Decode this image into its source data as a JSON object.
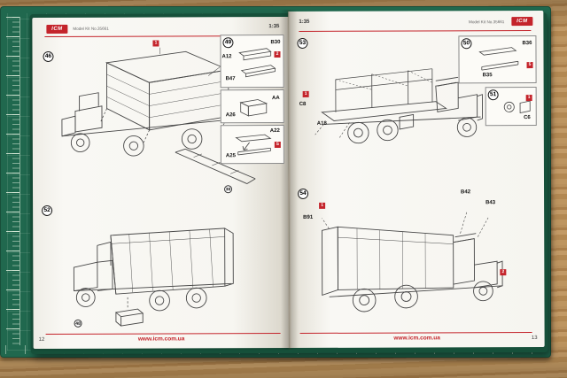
{
  "colors": {
    "accent_red": "#c4242b",
    "mat_green": "#20684e",
    "cover_green": "#16503a"
  },
  "left_page": {
    "page_number": "12",
    "logo": "ICM",
    "kit_title": "Model Kit No.35661",
    "scale": "1:35",
    "footer_url": "www.icm.com.ua",
    "step46": {
      "number": "46",
      "marker_1": "1",
      "label_a12": "A12",
      "callout_30": "30"
    },
    "box49": {
      "number": "49",
      "label_b30": "B30",
      "marker_2": "2",
      "label_b47": "B47"
    },
    "box_a26": {
      "label_aa": "AA",
      "label_a26": "A26"
    },
    "box_a22": {
      "label_a22": "A22",
      "marker_s": "S",
      "label_a25": "A25"
    },
    "step52": {
      "number": "52",
      "callout_48": "48"
    }
  },
  "right_page": {
    "page_number": "13",
    "logo": "ICM",
    "kit_title": "Model Kit No.35661",
    "scale": "1:35",
    "footer_url": "www.icm.com.ua",
    "step53": {
      "number": "53",
      "marker_1": "1",
      "label_c8": "C8",
      "label_a18": "A18"
    },
    "box50": {
      "number": "50",
      "label_b36": "B36",
      "label_b35": "B35",
      "marker_5": "5"
    },
    "box51": {
      "number": "51",
      "label_c6": "C6",
      "marker_1": "1"
    },
    "step54": {
      "number": "54",
      "marker_1": "1",
      "label_b91": "B91",
      "label_b42": "B42",
      "label_b43": "B43",
      "marker_2": "2"
    }
  }
}
